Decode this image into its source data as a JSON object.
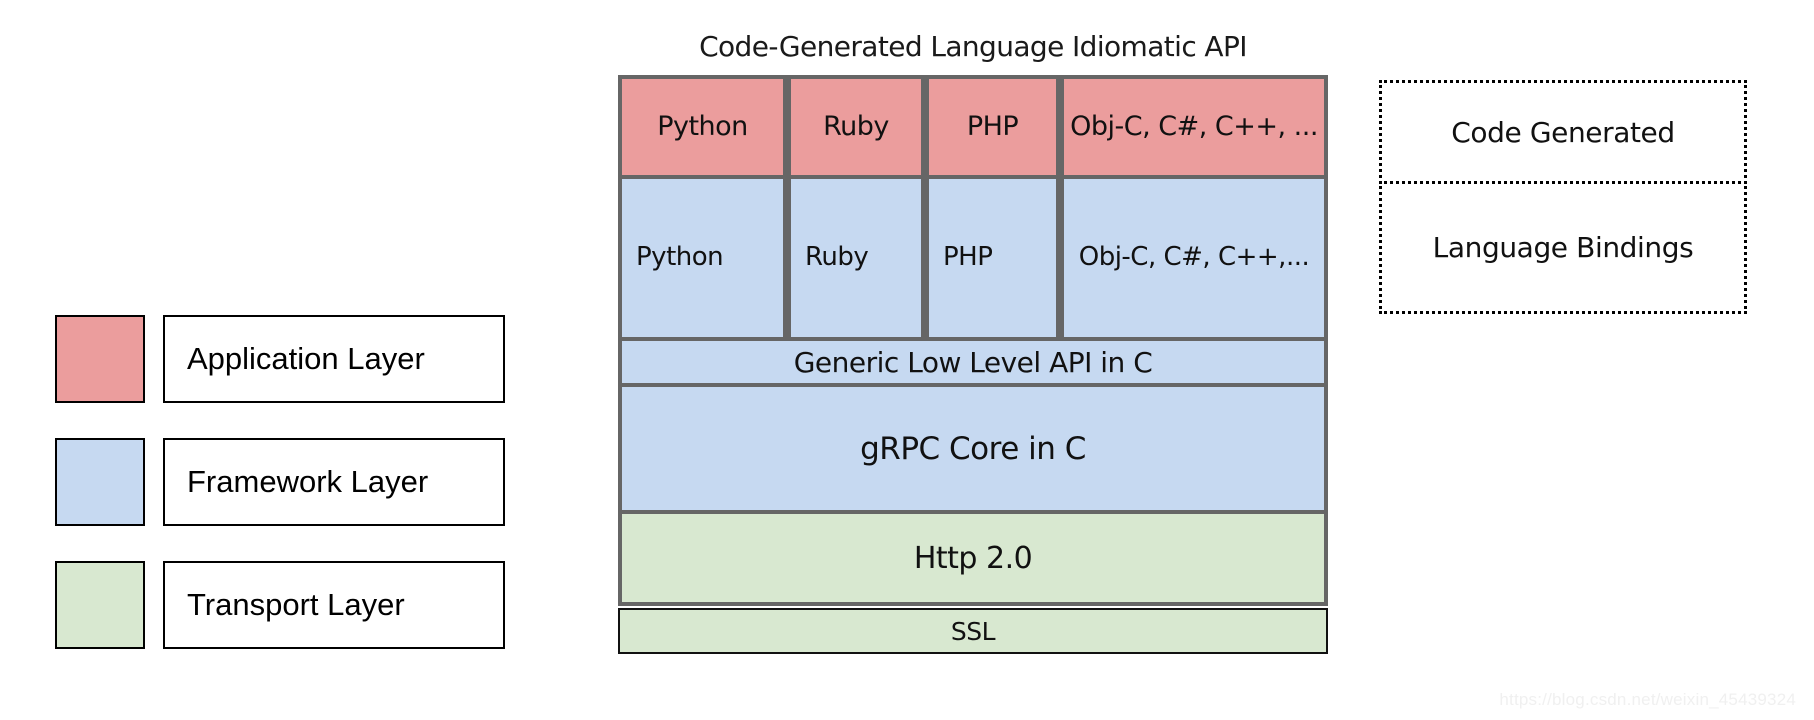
{
  "diagram": {
    "title": "Code-Generated Language Idiomatic API",
    "colors": {
      "application_layer": "#eb9d9d",
      "framework_layer": "#c6d9f1",
      "transport_layer": "#d8e8d0",
      "cell_border": "#666666",
      "legend_border": "#000000",
      "background": "#ffffff"
    }
  },
  "legend": {
    "items": [
      {
        "label": "Application Layer",
        "color": "#eb9d9d"
      },
      {
        "label": "Framework Layer",
        "color": "#c6d9f1"
      },
      {
        "label": "Transport Layer",
        "color": "#d8e8d0"
      }
    ]
  },
  "stack": {
    "application_row": {
      "layer": "application",
      "cells": [
        "Python",
        "Ruby",
        "PHP",
        "Obj-C, C#, C++, ..."
      ]
    },
    "framework_row": {
      "layer": "framework",
      "cells": [
        "Python",
        "Ruby",
        "PHP",
        "Obj-C, C#, C++,..."
      ]
    },
    "bands": [
      {
        "label": "Generic Low Level API in C",
        "layer": "framework"
      },
      {
        "label": "gRPC Core in C",
        "layer": "framework"
      },
      {
        "label": "Http 2.0",
        "layer": "transport"
      },
      {
        "label": "SSL",
        "layer": "transport"
      }
    ]
  },
  "annotations": {
    "boxes": [
      {
        "label": "Code Generated"
      },
      {
        "label": "Language Bindings"
      }
    ]
  },
  "watermark": {
    "text": "https://blog.csdn.net/weixin_45439324"
  }
}
